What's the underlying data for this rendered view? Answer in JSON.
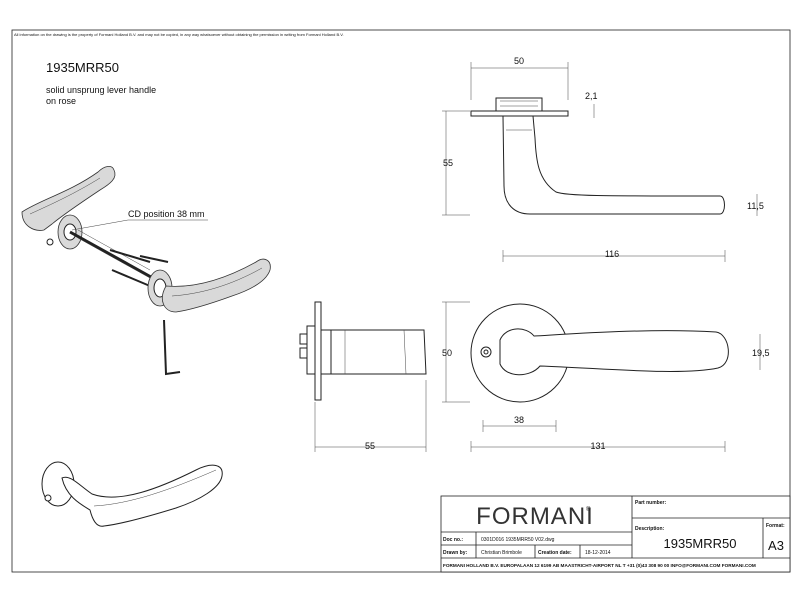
{
  "notice": "All information on the drawing is the property of Formani Holland B.V. and may not be copied, in any way whatsoever without obtaining the permission in writing from Formani Holland B.V.",
  "product": {
    "code": "1935MRR50",
    "description_line1": "solid unsprung lever handle",
    "description_line2": "on rose"
  },
  "callouts": {
    "cd_position": "CD position 38 mm"
  },
  "dimensions": {
    "rose_width": "50",
    "rose_thickness": "2,1",
    "height": "55",
    "grip_thickness": "11,5",
    "length": "116",
    "side_projection": "55",
    "rose_diameter": "50",
    "grip_height": "19,5",
    "cd": "38",
    "total_length": "131"
  },
  "title_block": {
    "brand": "FORMANI",
    "brand_mark": "®",
    "part_number_label": "Part number:",
    "description_label": "Description:",
    "description_value": "1935MRR50",
    "format_label": "Format:",
    "format_value": "A3",
    "doc_no_label": "Doc no.:",
    "doc_no_value": "0301D016 1935MRR50 V02.dwg",
    "drawn_by_label": "Drawn by:",
    "drawn_by_value": "Christian Brimbole",
    "creation_date_label": "Creation date:",
    "creation_date_value": "18-12-2014",
    "footer": "FORMANI HOLLAND B.V.  EUROPALAAN 12  6199 AB MAASTRICHT-AIRPORT NL  T +31 (0)43 308 90 00 INFO@FORMANI.COM FORMANI.COM"
  }
}
